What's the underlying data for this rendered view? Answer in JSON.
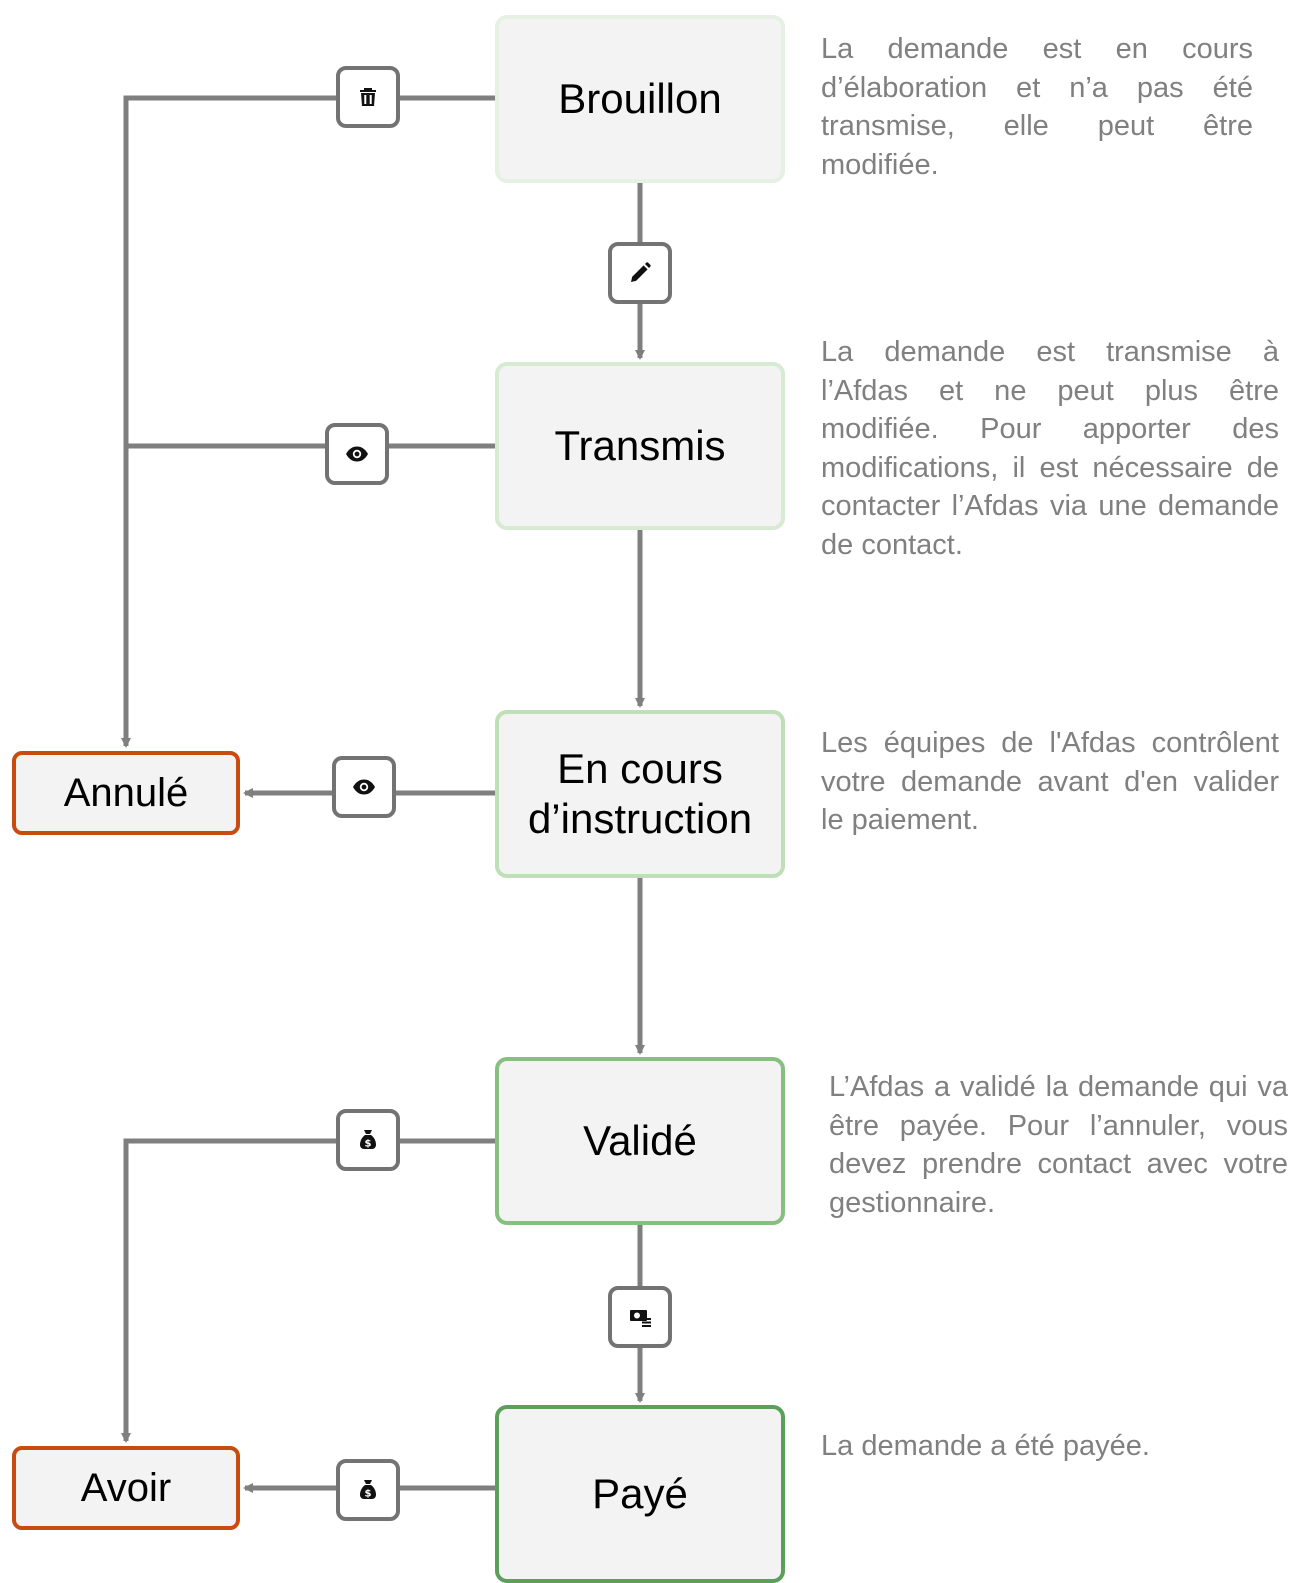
{
  "states": {
    "brouillon": "Brouillon",
    "transmis": "Transmis",
    "en_cours": "En cours d’instruction",
    "valide": "Validé",
    "paye": "Payé",
    "annule": "Annulé",
    "avoir": "Avoir"
  },
  "descriptions": {
    "brouillon": "La demande est en cours d’élaboration et n’a pas été transmise, elle peut être modifiée.",
    "transmis": "La demande est transmise à l’Afdas et ne peut plus être modifiée. Pour apporter des modifications, il est nécessaire de contacter l’Afdas via une demande de contact.",
    "en_cours": "Les équipes de l'Afdas contrôlent votre demande avant d'en valider le paiement.",
    "valide": "L’Afdas a validé la demande qui va être payée. Pour l’annuler, vous devez prendre contact avec votre gestionnaire.",
    "paye": "La demande a été payée."
  },
  "icons": {
    "delete": "trash-icon",
    "edit": "pencil-icon",
    "view_transmis": "eye-icon",
    "view_instruction": "eye-icon",
    "money_valide": "money-bag-icon",
    "payment": "payment-card-icon",
    "money_paye": "money-bag-icon"
  },
  "colors": {
    "connector": "#7f7f7f",
    "box_fill": "#f3f3f3",
    "cancel_border": "#c84b0f",
    "paid_border": "#5aa05a",
    "description_text": "#808080"
  }
}
